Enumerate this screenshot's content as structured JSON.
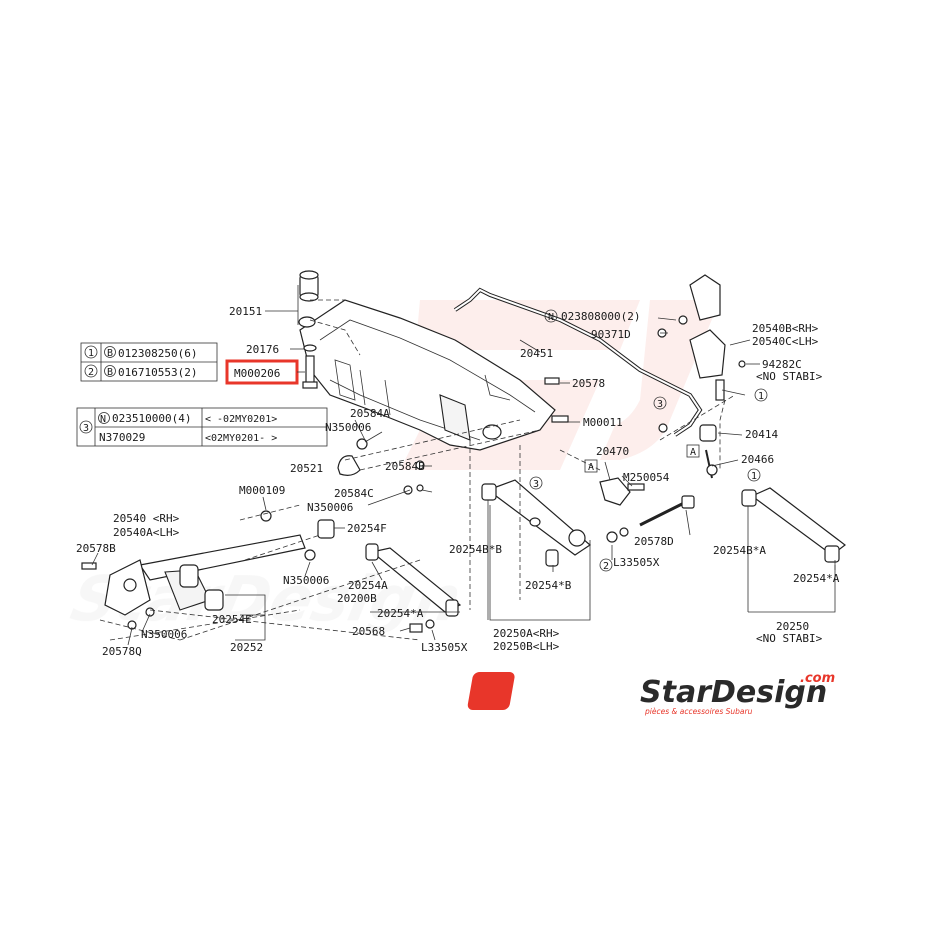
{
  "diagram": {
    "highlighted_part": "M000206",
    "accent_color": "#e8362a",
    "labels": {
      "l20151": "20151",
      "l20176": "20176",
      "lM000206": "M000206",
      "l20451": "20451",
      "lN0238": "023808000(2)",
      "l90371D": "90371D",
      "l20540B": "20540B<RH>",
      "l20540C": "20540C<LH>",
      "l94282C": "94282C",
      "lNoStabi1": "<NO STABI>",
      "l20578": "20578",
      "lM00011": "M00011",
      "l20584A": "20584A",
      "lN350006a": "N350006",
      "l20584B": "20584B",
      "l20521": "20521",
      "l20584C": "20584C",
      "lN350006b": "N350006",
      "l20254F": "20254F",
      "lM000109": "M000109",
      "l20540": "20540 <RH>",
      "l20540A": "20540A<LH>",
      "l20578B": "20578B",
      "lN350006c": "N350006",
      "l20254A": "20254A",
      "l20200B": "20200B",
      "l20254E": "20254E",
      "lN350006d": "N350006",
      "l20578Q": "20578Q",
      "l20252": "20252",
      "l20568": "20568",
      "l20254sA": "20254*A",
      "lL33505Xa": "L33505X",
      "l20250A": "20250A<RH>",
      "l20250B": "20250B<LH>",
      "l20254BsB": "20254B*B",
      "l20254sB": "20254*B",
      "l20470": "20470",
      "lM250054": "M250054",
      "l20578D": "20578D",
      "lL33505Xb": "L33505X",
      "l20414": "20414",
      "l20466": "20466",
      "l20254BsA": "20254B*A",
      "l20254sA2": "20254*A",
      "l20250": "20250",
      "lNoStabi2": "<NO STABI>",
      "boxA1": "A",
      "boxA2": "A",
      "c1a": "1",
      "c1b": "1",
      "c2a": "2",
      "c3a": "3",
      "c3b": "3"
    }
  },
  "bolt_table": {
    "rows": [
      {
        "index": "1",
        "prefix": "B",
        "part": "012308250(6)"
      },
      {
        "index": "2",
        "prefix": "B",
        "part": "016710553(2)"
      }
    ]
  },
  "nut_table": {
    "index": "3",
    "rows": [
      {
        "prefix": "N",
        "part": "023510000(4)",
        "range": "<     -02MY0201>"
      },
      {
        "prefix": "",
        "part": "N370029",
        "range": "<02MY0201-     >"
      }
    ]
  },
  "logo": {
    "brand": "StarDesign",
    "domain": ".com",
    "tagline": "pièces & accessoires Subaru"
  }
}
